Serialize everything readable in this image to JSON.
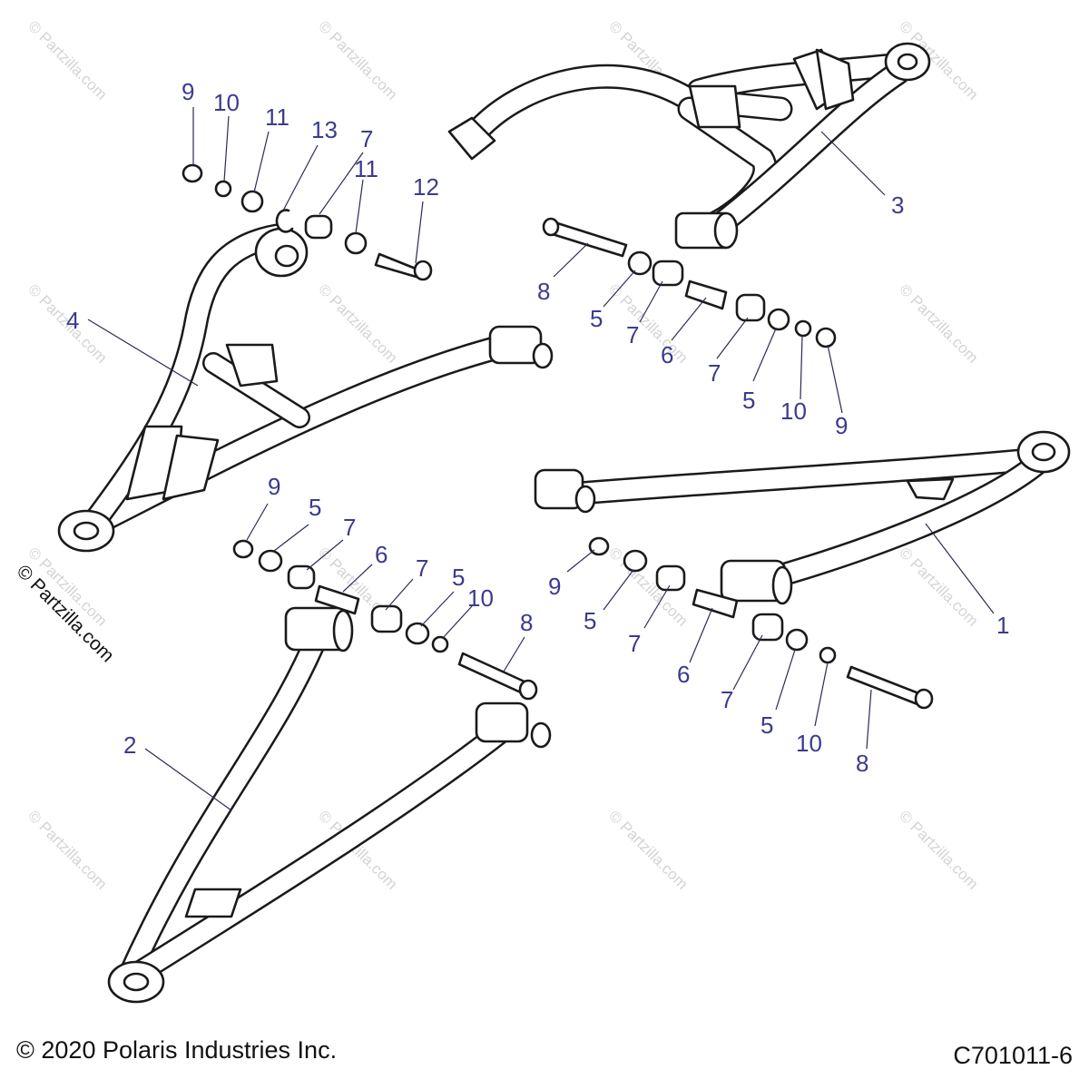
{
  "diagram": {
    "footer": {
      "copyright": "© 2020 Polaris Industries Inc.",
      "diagram_id": "C701011-6"
    },
    "side_watermark": "© Partzilla.com",
    "watermark_text": "© Partzilla.com",
    "callouts": [
      {
        "id": "c1",
        "label": "1"
      },
      {
        "id": "c2",
        "label": "2"
      },
      {
        "id": "c3",
        "label": "3"
      },
      {
        "id": "c4",
        "label": "4"
      },
      {
        "id": "c9a",
        "label": "9"
      },
      {
        "id": "c10a",
        "label": "10"
      },
      {
        "id": "c11a",
        "label": "11"
      },
      {
        "id": "c13",
        "label": "13"
      },
      {
        "id": "c7a",
        "label": "7"
      },
      {
        "id": "c11b",
        "label": "11"
      },
      {
        "id": "c12",
        "label": "12"
      },
      {
        "id": "c8a",
        "label": "8"
      },
      {
        "id": "c5a",
        "label": "5"
      },
      {
        "id": "c7b",
        "label": "7"
      },
      {
        "id": "c6a",
        "label": "6"
      },
      {
        "id": "c7c",
        "label": "7"
      },
      {
        "id": "c5b",
        "label": "5"
      },
      {
        "id": "c10b",
        "label": "10"
      },
      {
        "id": "c9b",
        "label": "9"
      },
      {
        "id": "c9c",
        "label": "9"
      },
      {
        "id": "c5c",
        "label": "5"
      },
      {
        "id": "c7d",
        "label": "7"
      },
      {
        "id": "c6b",
        "label": "6"
      },
      {
        "id": "c7e",
        "label": "7"
      },
      {
        "id": "c5d",
        "label": "5"
      },
      {
        "id": "c10c",
        "label": "10"
      },
      {
        "id": "c8b",
        "label": "8"
      },
      {
        "id": "c9d",
        "label": "9"
      },
      {
        "id": "c5e",
        "label": "5"
      },
      {
        "id": "c7f",
        "label": "7"
      },
      {
        "id": "c6c",
        "label": "6"
      },
      {
        "id": "c7g",
        "label": "7"
      },
      {
        "id": "c5f",
        "label": "5"
      },
      {
        "id": "c10d",
        "label": "10"
      },
      {
        "id": "c8c",
        "label": "8"
      }
    ]
  }
}
